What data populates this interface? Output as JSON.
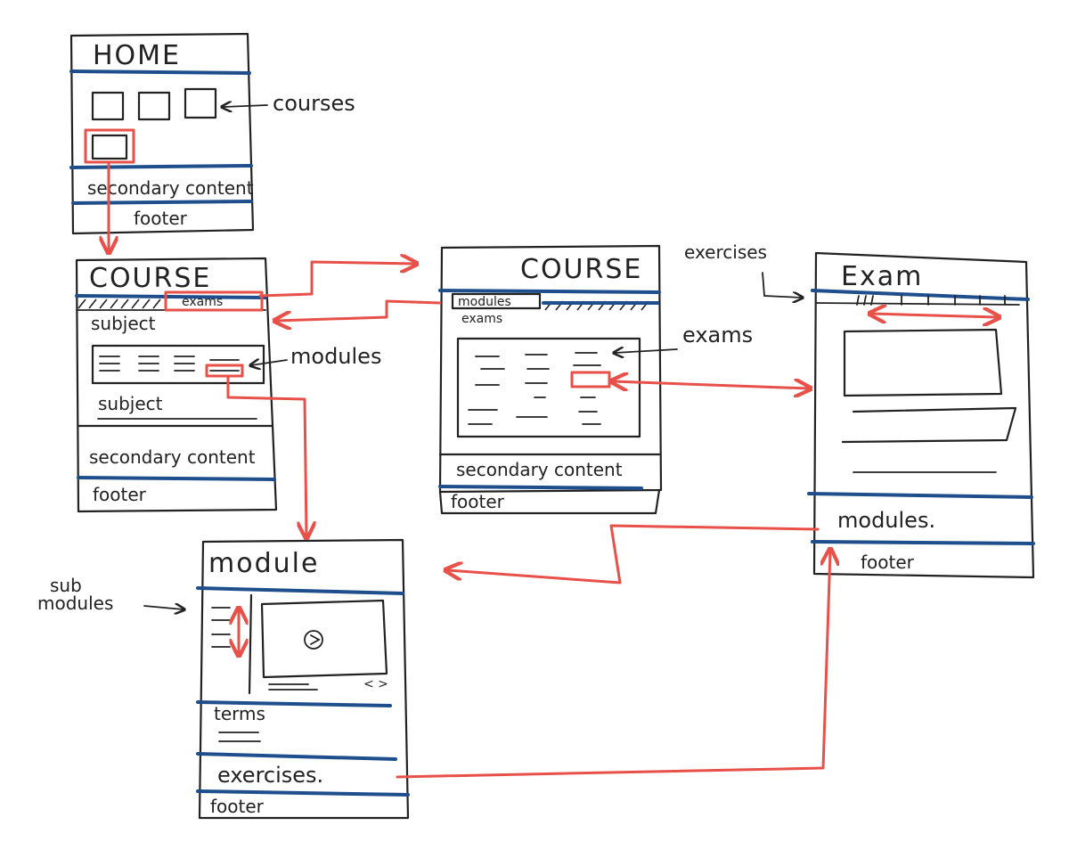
{
  "colors": {
    "ink": "#222222",
    "header_rule": "#1f4e8c",
    "flow_arrow": "#e8504a"
  },
  "home": {
    "title": "HOME",
    "secondary": "secondary content",
    "footer": "footer"
  },
  "course_a": {
    "title": "COURSE",
    "tab_exams": "exams",
    "subject_1": "subject",
    "subject_2": "subject",
    "secondary": "secondary content",
    "footer": "footer"
  },
  "course_b": {
    "title": "COURSE",
    "tab_modules": "modules",
    "tab_exams": "exams",
    "secondary": "secondary content",
    "footer": "footer"
  },
  "exam": {
    "title": "Exam",
    "modules": "modules.",
    "footer": "footer"
  },
  "module": {
    "title": "module",
    "terms": "terms",
    "exercises": "exercises.",
    "footer": "footer"
  },
  "annotations": {
    "courses": "courses",
    "modules": "modules",
    "exams": "exams",
    "exercises": "exercises",
    "sub_modules_1": "sub",
    "sub_modules_2": "modules"
  }
}
